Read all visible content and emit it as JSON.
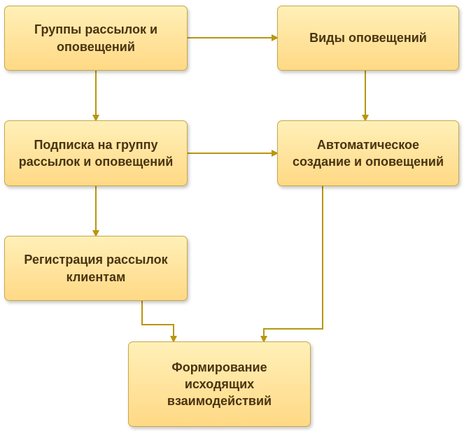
{
  "nodes": {
    "groups": "Группы рассылок и\nоповещений",
    "types": "Виды оповещений",
    "subscription": "Подписка на группу\nрассылок и оповещений",
    "automatic": "Автоматическое\nсоздание и оповещений",
    "registration": "Регистрация рассылок\nклиентам",
    "formation": "Формирование\nисходящих\nвзаимодействий"
  },
  "colors": {
    "node_fill_top": "#fff0b8",
    "node_fill_bottom": "#ffd985",
    "node_border": "#c7a84a",
    "connector": "#b8960f",
    "text": "#4a3310"
  }
}
